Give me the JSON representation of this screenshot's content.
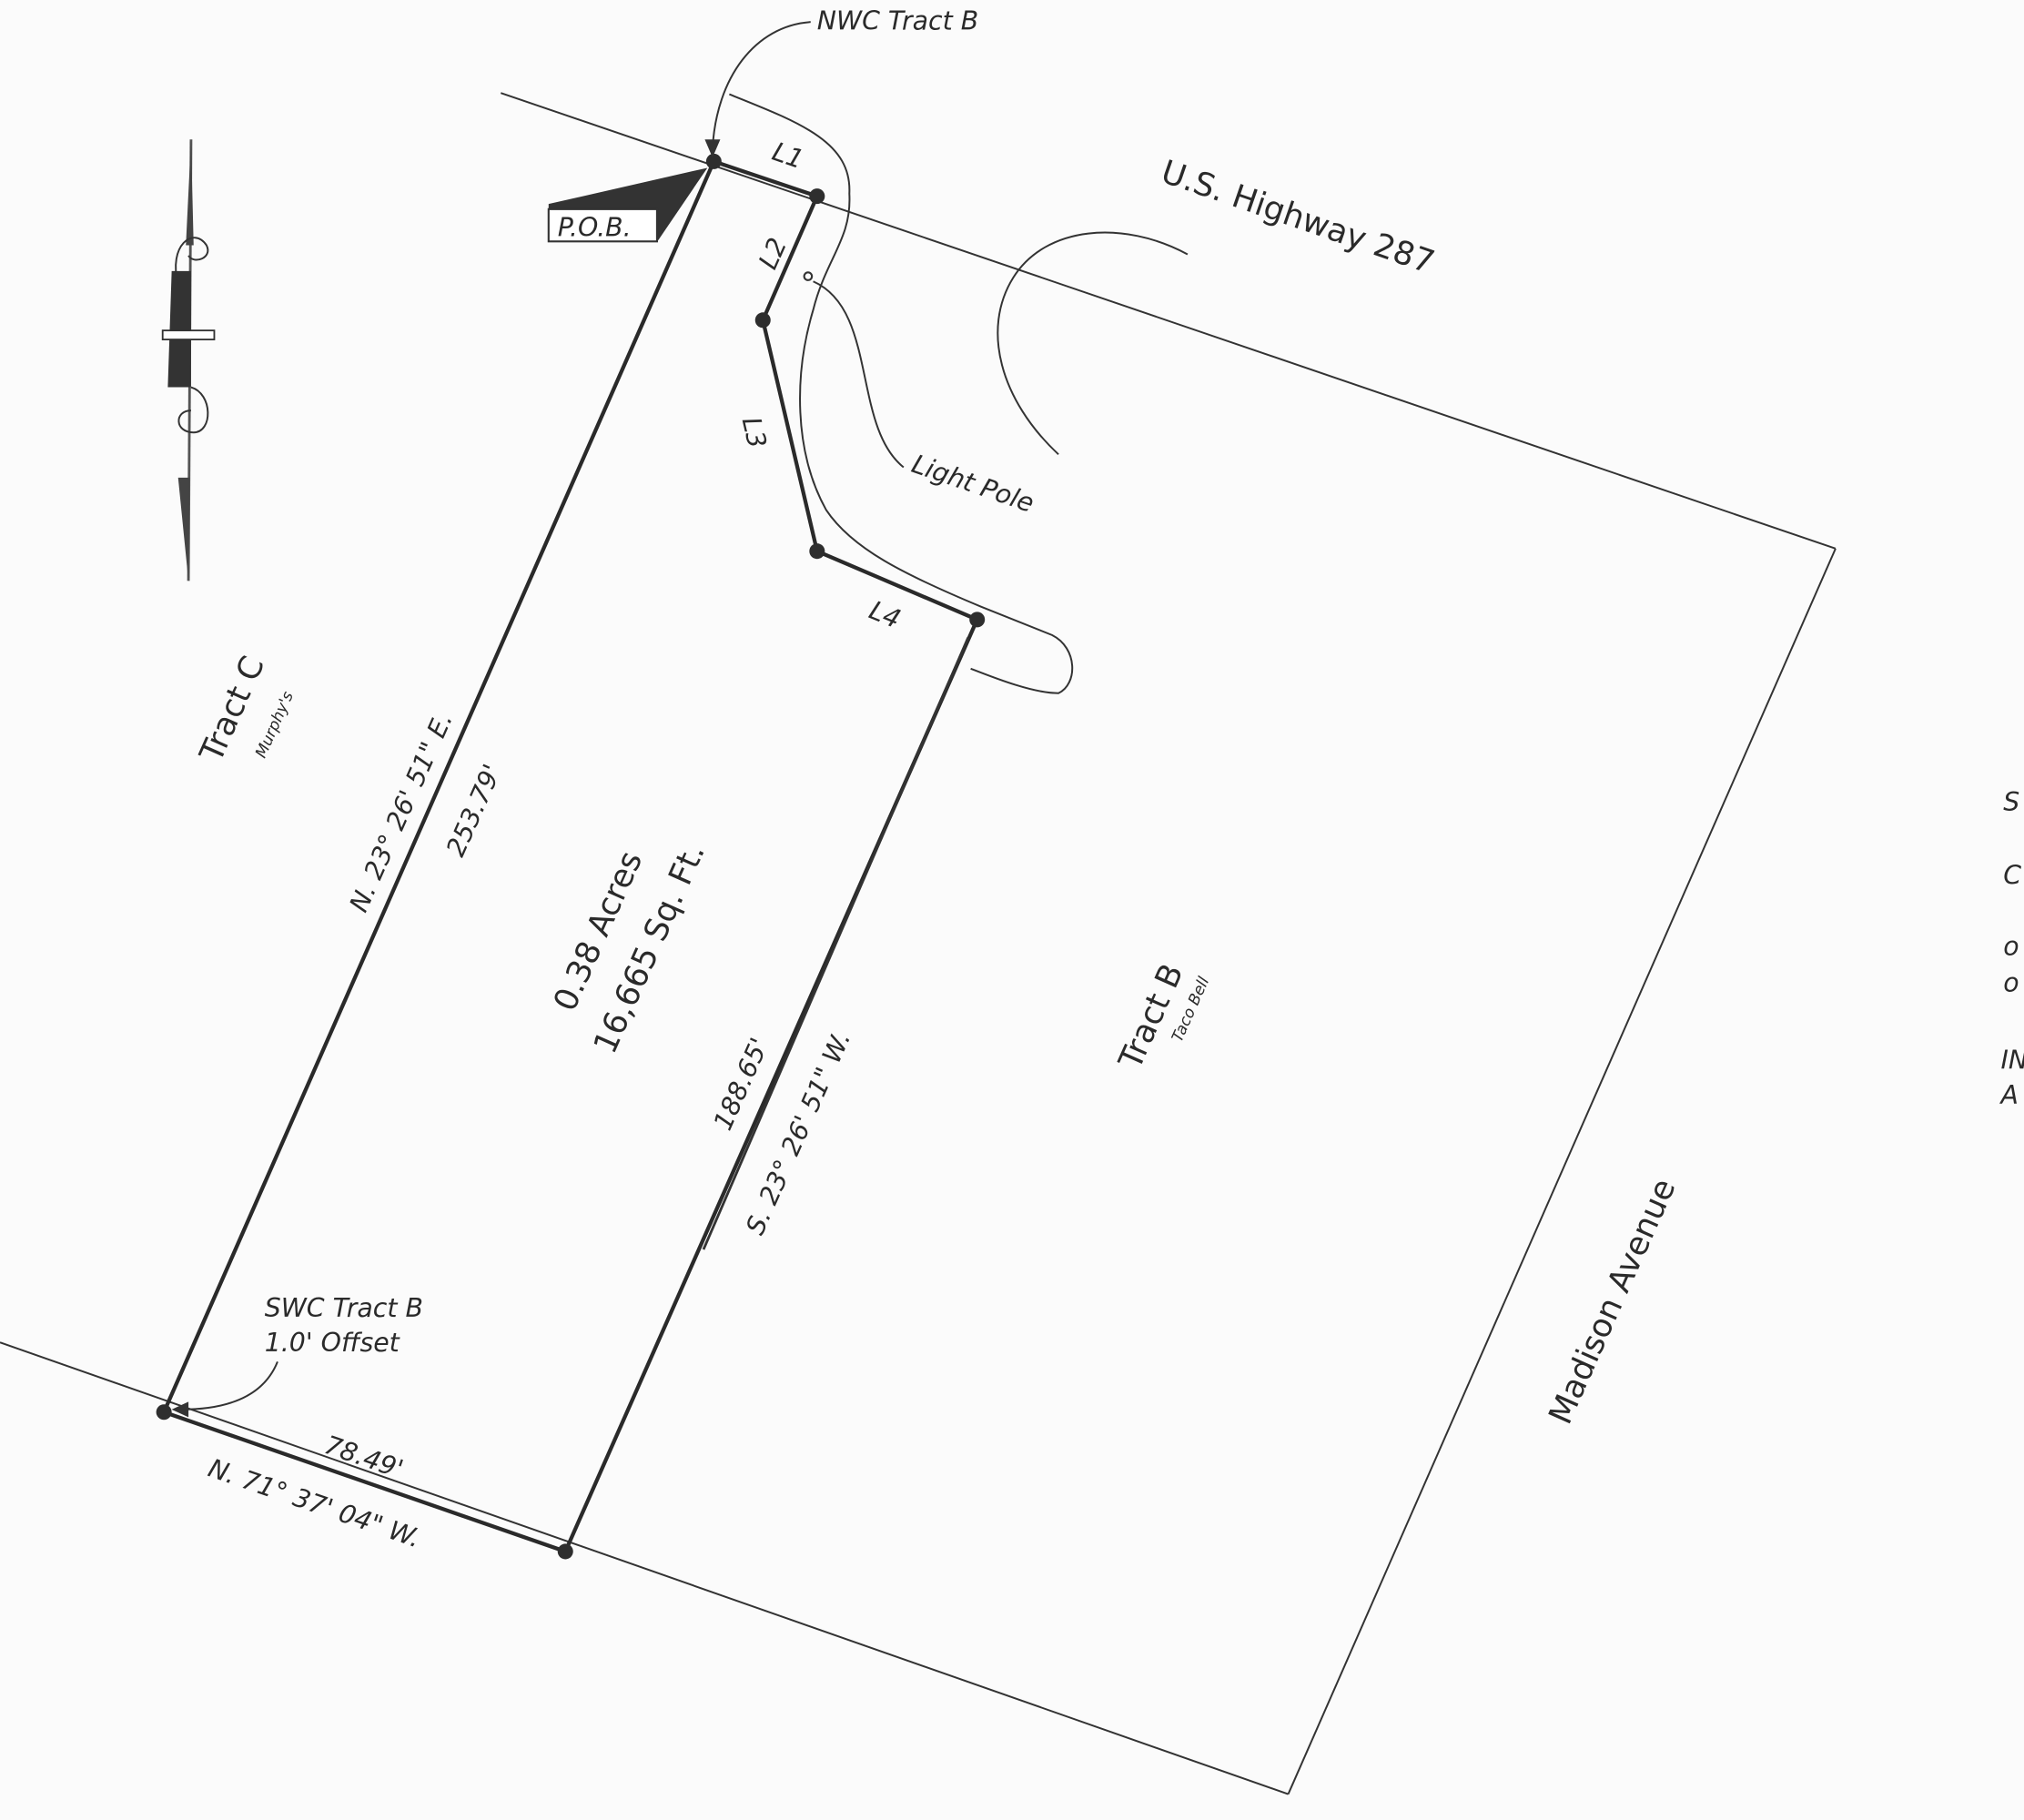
{
  "labels": {
    "nwc": "NWC Tract B",
    "pob": "P.O.B.",
    "highway": "U.S. Highway 287",
    "light_pole": "Light Pole",
    "l1": "L1",
    "l2": "L2",
    "l3": "L3",
    "l4": "L4",
    "tract_c": "Tract C",
    "tract_c_sub": "Murphy's",
    "west_bearing": "N. 23° 26' 51\" E.",
    "west_distance": "253.79'",
    "area_acres": "0.38 Acres",
    "area_sqft": "16,665 Sq. Ft.",
    "east_distance": "188.65'",
    "east_bearing": "S. 23° 26' 51\" W.",
    "tract_b": "Tract B",
    "tract_b_sub": "Taco Bell",
    "swc": "SWC Tract B",
    "swc_offset": "1.0' Offset",
    "south_distance": "78.49'",
    "south_bearing": "N. 71° 37' 04\" W.",
    "madison": "Madison Avenue"
  },
  "margin_fragments": [
    "S",
    "C",
    "o",
    "o",
    "IN",
    "A"
  ]
}
